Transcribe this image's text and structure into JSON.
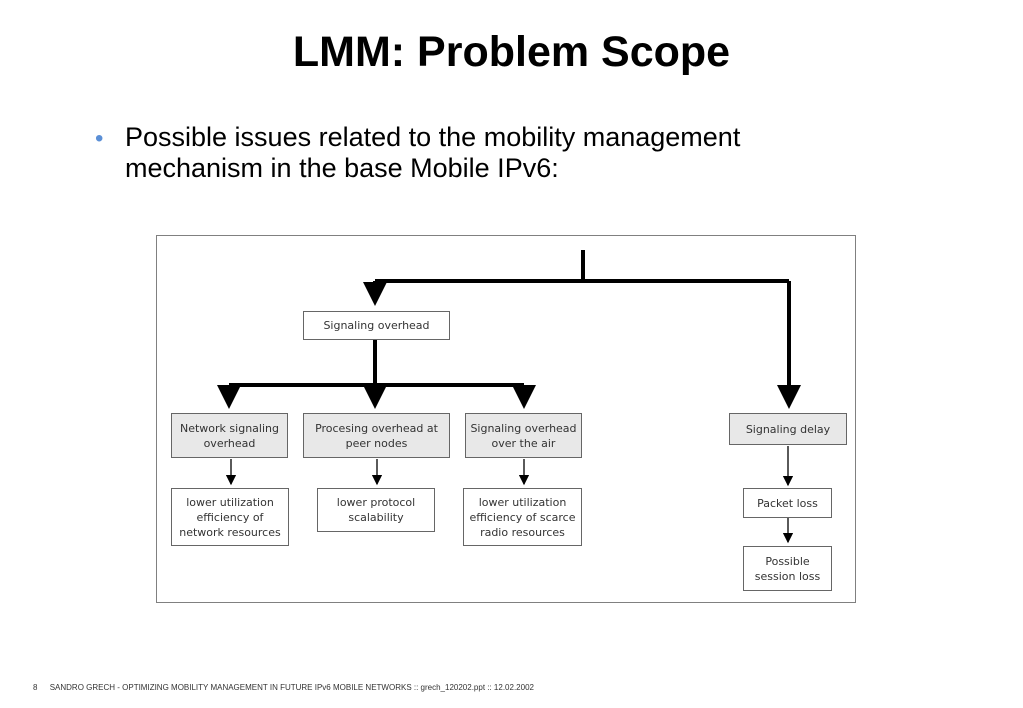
{
  "slide": {
    "title": "LMM: Problem Scope",
    "bullet_marker": "•",
    "bullet_text": " Possible issues related to the mobility management mechanism in the base Mobile IPv6:"
  },
  "diagram": {
    "signaling_overhead": "Signaling overhead",
    "network_signaling_overhead": "Network signaling\noverhead",
    "processing_overhead": "Procesing overhead at\npeer nodes",
    "signaling_overhead_air": "Signaling overhead\nover the air",
    "signaling_delay": "Signaling delay",
    "lower_util_network": "lower utilization\nefficiency of\nnetwork resources",
    "lower_protocol_scalability": "lower protocol\nscalability",
    "lower_util_radio": "lower utilization\nefficiency of scarce\nradio resources",
    "packet_loss": "Packet loss",
    "possible_session_loss": "Possible\nsession loss"
  },
  "footer": {
    "page_number": "8",
    "text": "SANDRO GRECH - OPTIMIZING MOBILITY MANAGEMENT IN FUTURE IPv6 MOBILE NETWORKS :: grech_120202.ppt :: 12.02.2002"
  }
}
